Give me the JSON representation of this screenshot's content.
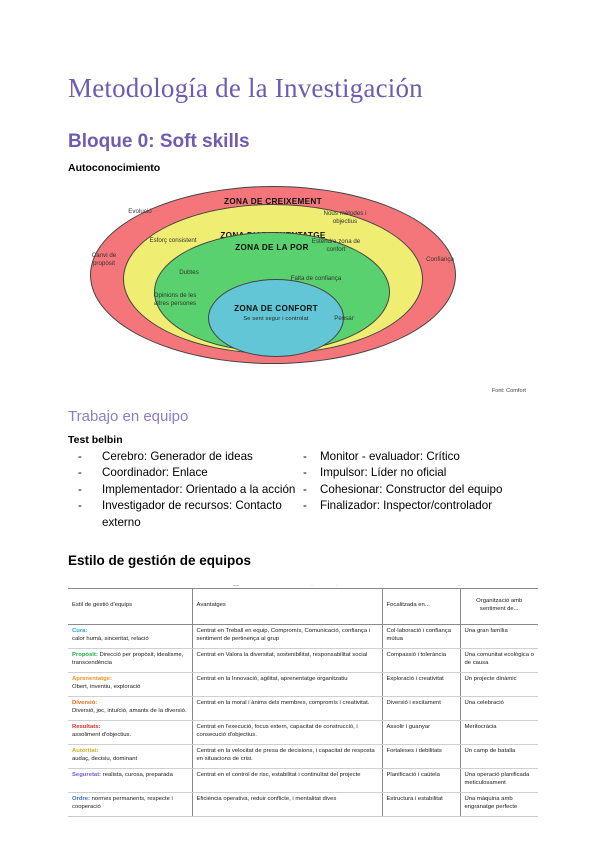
{
  "document": {
    "title": "Metodología de la Investigación"
  },
  "blocks": {
    "bloque0_heading": "Bloque 0: Soft skills",
    "autoconocimiento_heading": "Autoconocimiento",
    "trabajo_heading": "Trabajo en equipo",
    "test_belbin_heading": "Test belbin",
    "estilo_heading": "Estilo de gestión de equipos"
  },
  "comfort_zone_diagram": {
    "attribution": "Font: Comfort",
    "zones": [
      {
        "id": "growth",
        "title": "ZONA DE CREIXEMENT",
        "color": "#f4767a",
        "keywords": [
          "Evolució",
          "Nous mètodes i objectius",
          "Canvi de propòsit",
          "Confiança"
        ]
      },
      {
        "id": "learning",
        "title": "ZONA D'APRENENTATGE",
        "color": "#f0ee72",
        "keywords": [
          "Esforç consistent",
          "Estendre zona de confort"
        ]
      },
      {
        "id": "fear",
        "title": "ZONA DE LA POR",
        "color": "#59d16f",
        "keywords": [
          "Dubtes",
          "Falta de confiança",
          "Opinions de les altres persones",
          "Pensar"
        ]
      },
      {
        "id": "comfort",
        "title": "ZONA DE CONFORT",
        "subtitle": "Se sent segur i controlat",
        "color": "#63c6d6",
        "keywords": []
      }
    ]
  },
  "belbin": {
    "left_column": [
      "Cerebro: Generador de ideas",
      "Coordinador: Enlace",
      "Implementador: Orientado a la acción",
      "Investigador de recursos: Contacto externo"
    ],
    "right_column": [
      "Monitor - evaluador: Crítico",
      "Impulsor: Líder no oficial",
      "Cohesionar: Constructor del equipo",
      "Finalizador: Inspector/controlador"
    ],
    "bullet": "-"
  },
  "mgmt_table": {
    "headers": [
      "Estil de gestió d'equips",
      "Avantatges",
      "Focalitzada en...",
      "Organització amb sentiment de..."
    ],
    "rows": [
      {
        "style": "Cura:",
        "style_color": "#22a7d8",
        "style_desc": "calor humà, sinceritat, relació",
        "advantages": "Centrat en Treball en equip, Compromís, Comunicació, confiança i sentiment de pertinença al grup",
        "focus": "Col·laboració i confiança mútua",
        "feeling": "Una gran família"
      },
      {
        "style": "Propòsit:",
        "style_color": "#1faa4a",
        "style_desc": "Direcció per propòsit, idealisme, transcendència",
        "advantages": "Centrat en Valora la diversitat, sostenibilitat, responsabilitat social",
        "focus": "Compassió i tolerància",
        "feeling": "Una comunitat ecològica o de causa"
      },
      {
        "style": "Aprenentatge:",
        "style_color": "#f0941f",
        "style_desc": "Obert, inventiu, exploració",
        "advantages": "Centrat en la Innovació, agilitat, aprenentatge organitzatiu",
        "focus": "Exploració i creativitat",
        "feeling": "Un projecte dinàmic"
      },
      {
        "style": "Diversió:",
        "style_color": "#e8691a",
        "style_desc": "Diversió, joc, intuïció, amants de la diversió.",
        "advantages": "Centrat en la moral i ànims dels membres, compromís i creativitat.",
        "focus": "Diversió i excitament",
        "feeling": "Una celebració"
      },
      {
        "style": "Resultats:",
        "style_color": "#e02b2b",
        "style_desc": "assoliment d'objectius.",
        "advantages": "Centrat en l'execució, focus extern, capacitat de construcció, i consecució d'objectius.",
        "focus": "Assolir i guanyar",
        "feeling": "Meritocràcia"
      },
      {
        "style": "Autoritat:",
        "style_color": "#c9b22a",
        "style_desc": "audaç, decisiu, dominant",
        "advantages": "Centrat en la velocitat de presa de decisions, i capacitat de resposta en situacions de crisi.",
        "focus": "Fortaleses i debilitats",
        "feeling": "Un camp de batalla"
      },
      {
        "style": "Seguretat:",
        "style_color": "#7a5bd0",
        "style_desc": "realista, curosa, preparada",
        "advantages": "Centrat en el control de risc, estabilitat i continuïtat del projecte",
        "focus": "Planificació i caütela",
        "feeling": "Una operació planificada meticulosament"
      },
      {
        "style": "Ordre:",
        "style_color": "#2d6fd8",
        "style_desc": "normes permanents, respecte i cooperació",
        "advantages": "Eficiència operativa, reduir conflicte, i mentalitat dives",
        "focus": "Estructura i estabilitat",
        "feeling": "Una màquina amb engranatge perfecte"
      }
    ]
  }
}
